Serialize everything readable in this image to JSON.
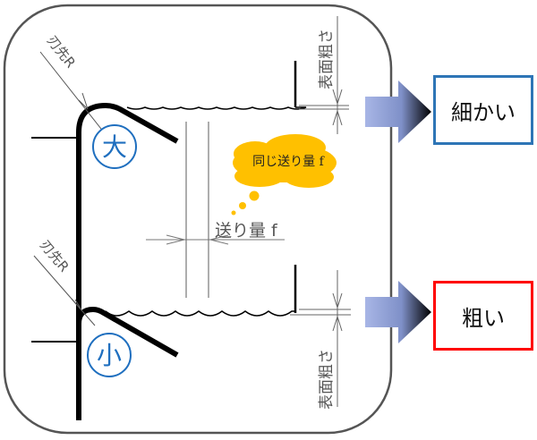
{
  "labels": {
    "tip_radius_top": "刃先R",
    "tip_radius_bottom": "刃先R",
    "size_large": "大",
    "size_small": "小",
    "surface_roughness_top": "表面粗さ",
    "surface_roughness_bottom": "表面粗さ",
    "feed": "送り量 f",
    "cloud": "同じ送り量 f"
  },
  "results": {
    "fine": "細かい",
    "rough": "粗い"
  },
  "colors": {
    "outline": "#555555",
    "tool": "#000000",
    "dimension": "#666666",
    "circle_label": "#1f6fbf",
    "cloud": "#ffc000",
    "fine_border": "#2e75b6",
    "rough_border": "#ff0000",
    "arrow_light": "#9fb0e0",
    "arrow_dark": "#000000"
  }
}
